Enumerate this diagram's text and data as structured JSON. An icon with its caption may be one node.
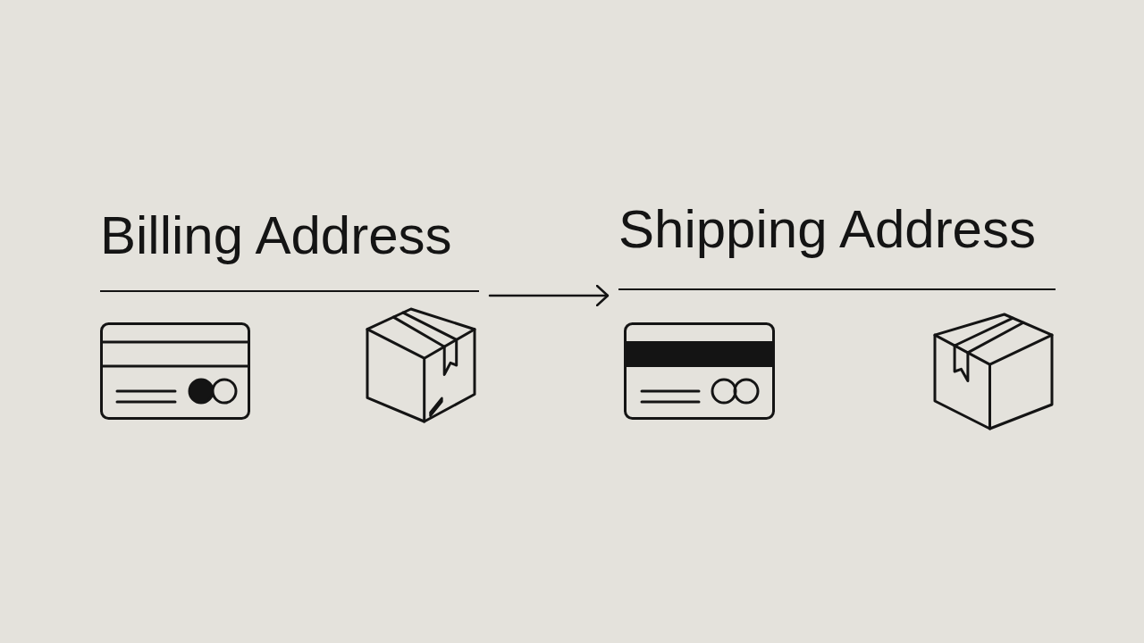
{
  "diagram": {
    "nodes": [
      {
        "text": [
          "Billing Address"
        ]
      },
      {
        "text": [
          "Shipping Address"
        ]
      }
    ],
    "edges": [
      {
        "from": 0,
        "to": 1,
        "arrow": "to"
      }
    ]
  }
}
